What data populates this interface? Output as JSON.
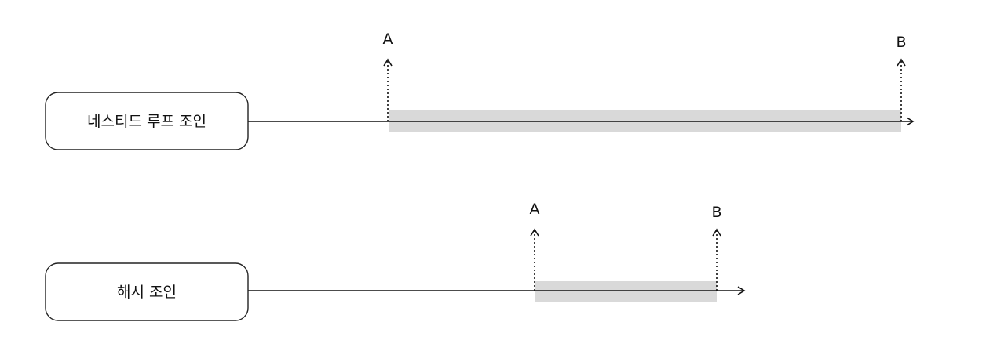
{
  "rows": [
    {
      "label": "네스티드 루프 조인",
      "start_marker": "A",
      "end_marker": "B"
    },
    {
      "label": "해시 조인",
      "start_marker": "A",
      "end_marker": "B"
    }
  ],
  "colors": {
    "line": "#111111",
    "range_fill": "#d9d9d9",
    "box_stroke": "#222222",
    "background": "#ffffff"
  }
}
